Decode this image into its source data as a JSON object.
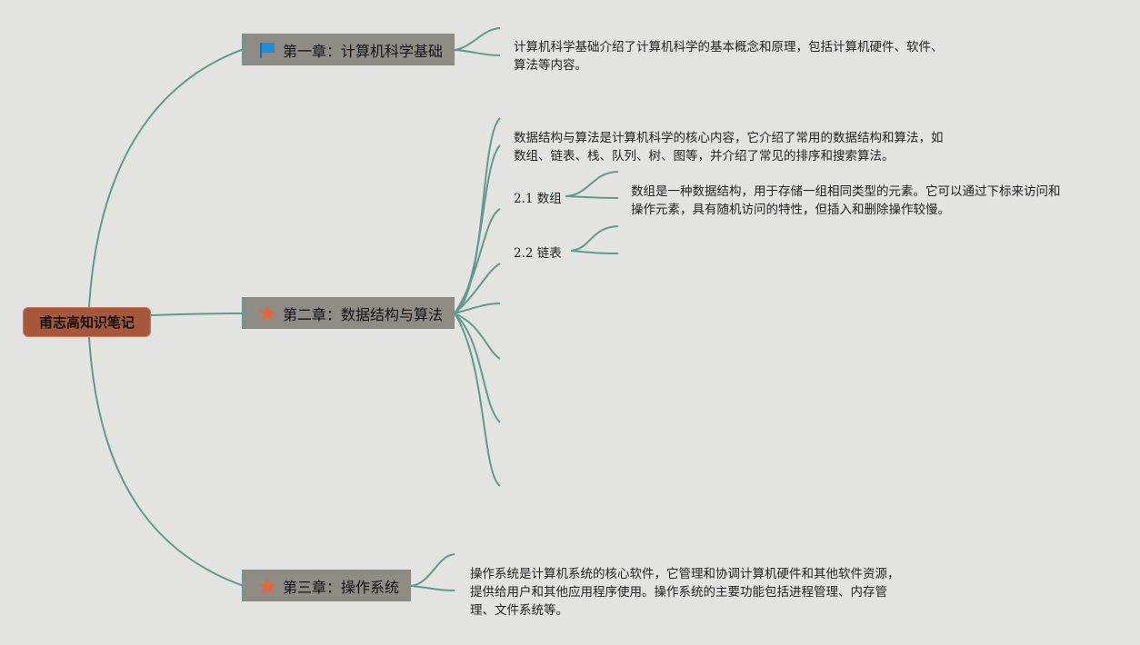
{
  "root": {
    "label": "甫志高知识笔记"
  },
  "chapters": [
    {
      "label": "第一章：计算机科学基础",
      "icon": "blue-flag-icon",
      "note_lines": [
        "计算机科学基础介绍了计算机科学的基本概念和原理，包括计算机硬件、软件、",
        "算法等内容。"
      ]
    },
    {
      "label": "第二章：数据结构与算法",
      "icon": "orange-star-icon",
      "note_lines": [
        "数据结构与算法是计算机科学的核心内容，它介绍了常用的数据结构和算法，如",
        "数组、链表、栈、队列、树、图等，并介绍了常见的排序和搜索算法。"
      ],
      "subtopics": [
        {
          "label": "2.1 数组",
          "note_lines": [
            "数组是一种数据结构，用于存储一组相同类型的元素。它可以通过下标来访问和",
            "操作元素，具有随机访问的特性，但插入和删除操作较慢。"
          ]
        },
        {
          "label": "2.2 链表"
        }
      ]
    },
    {
      "label": "第三章：操作系统",
      "icon": "orange-star-icon",
      "note_lines": [
        "操作系统是计算机系统的核心软件，它管理和协调计算机硬件和其他软件资源，",
        "提供给用户和其他应用程序使用。操作系统的主要功能包括进程管理、内存管",
        "理、文件系统等。"
      ]
    }
  ],
  "colors": {
    "background": "#e3e4e1",
    "root_fill": "#a8583a",
    "chapter_fill": "#8f8b85",
    "link": "#5e9b8d",
    "flag": "#1b8fd6",
    "star": "#e8673a"
  }
}
